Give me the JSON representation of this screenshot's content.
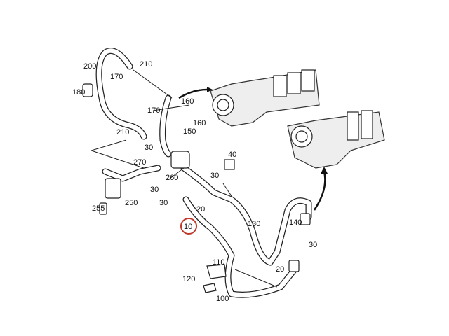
{
  "diagram": {
    "highlight_color": "#c0392b",
    "highlighted_part": "10",
    "labels": {
      "p200": "200",
      "p210a": "210",
      "p170a": "170",
      "p180": "180",
      "p160a": "160",
      "p170b": "170",
      "p160b": "160",
      "p150": "150",
      "p210b": "210",
      "p30a": "30",
      "p270": "270",
      "p260": "260",
      "p250": "250",
      "p255": "255",
      "p30b": "30",
      "p30c": "30",
      "p20a": "20",
      "p10": "10",
      "p40": "40",
      "p30d": "30",
      "p130": "130",
      "p140": "140",
      "p30e": "30",
      "p20b": "20",
      "p110": "110",
      "p120": "120",
      "p100": "100"
    }
  }
}
